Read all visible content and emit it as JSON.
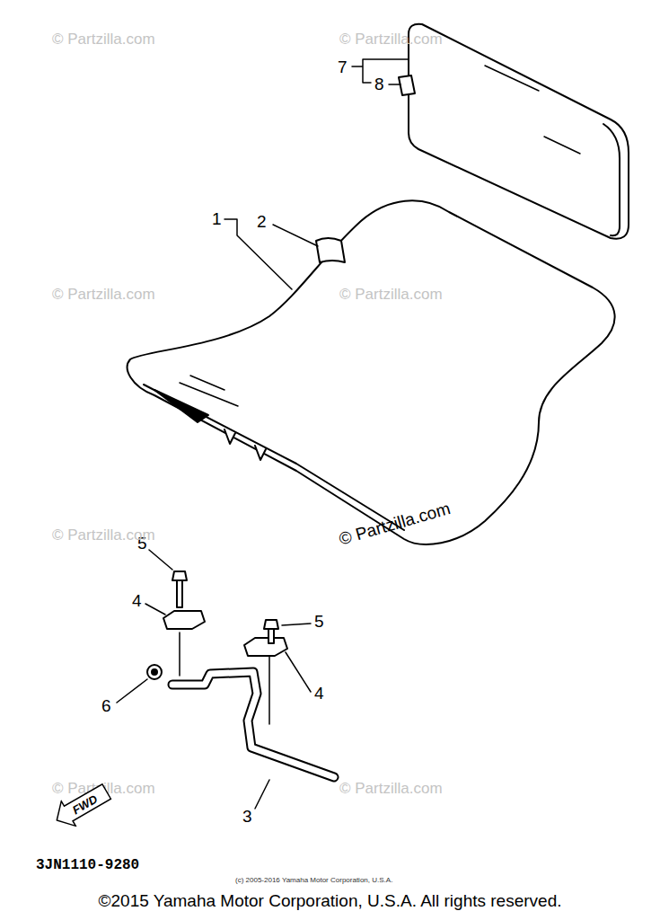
{
  "diagram": {
    "caption": "©2015 Yamaha Motor Corporation, U.S.A. All rights reserved.",
    "nodes": [
      {
        "text": [
          "FWD"
        ]
      }
    ],
    "labels": [
      "7",
      "8",
      "1",
      "2",
      "5",
      "4",
      "5",
      "4",
      "6",
      "3",
      "3JN1110-9280",
      "(c) 2005-2016 Yamaha Motor Corporation, U.S.A.",
      "© Partzilla.com",
      "© Partzilla.com",
      "© Partzilla.com",
      "© Partzilla.com",
      "© Partzilla.com",
      "© Partzilla.com",
      "© Partzilla.com",
      "© Partzilla.com"
    ]
  }
}
